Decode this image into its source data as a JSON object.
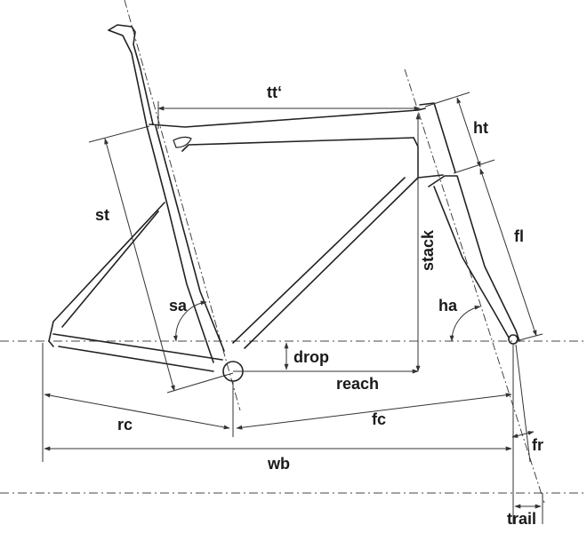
{
  "labels": {
    "top_tube": "tt‘",
    "head_tube": "ht",
    "seat_tube": "st",
    "stack": "stack",
    "fork_length": "fl",
    "seat_angle": "sa",
    "head_angle": "ha",
    "drop": "drop",
    "reach": "reach",
    "rear_center": "rc",
    "front_center": "fc",
    "fork_rake": "fr",
    "wheelbase": "wb",
    "trail": "trail"
  },
  "colors": {
    "line": "#222222",
    "background": "#ffffff"
  }
}
